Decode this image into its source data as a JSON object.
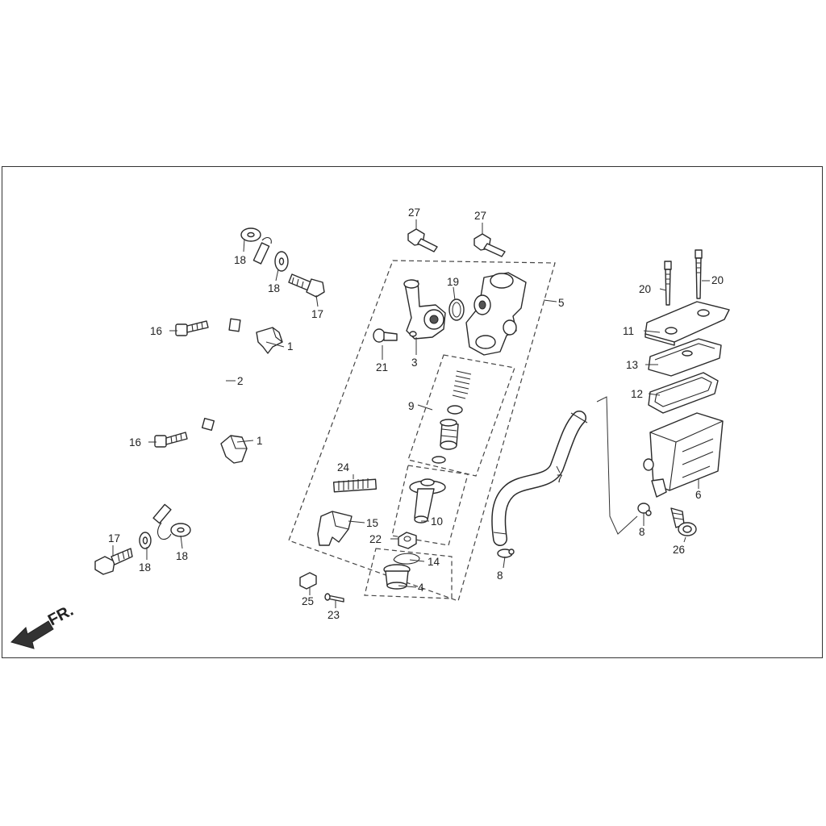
{
  "diagram": {
    "direction_label": "FR.",
    "callouts": [
      "1",
      "1",
      "2",
      "3",
      "4",
      "5",
      "6",
      "7",
      "8",
      "8",
      "9",
      "10",
      "11",
      "12",
      "13",
      "14",
      "15",
      "16",
      "16",
      "17",
      "17",
      "18",
      "18",
      "18",
      "18",
      "19",
      "20",
      "20",
      "21",
      "22",
      "23",
      "24",
      "25",
      "26",
      "27",
      "27"
    ]
  }
}
